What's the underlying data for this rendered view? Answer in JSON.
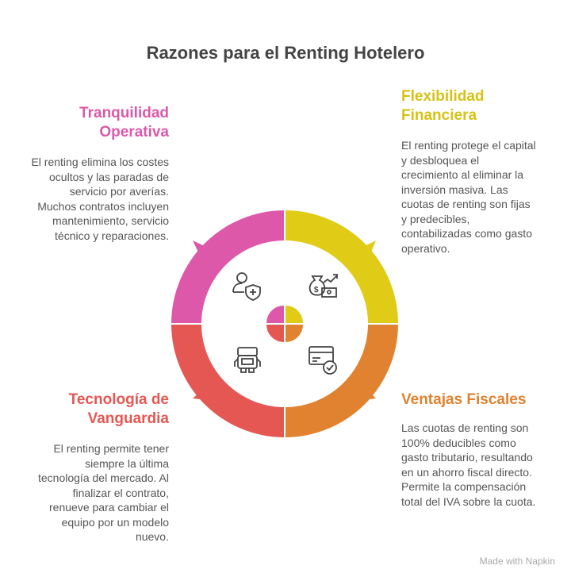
{
  "title": "Razones para el Renting Hotelero",
  "colors": {
    "pink": "#DD58A9",
    "yellow": "#E0CB17",
    "orange": "#E0822F",
    "red": "#E55753"
  },
  "sections": [
    {
      "heading_1": "Tranquilidad",
      "heading_2": "Operativa",
      "text": "El renting elimina los costes ocultos y las paradas de servicio por averías. Muchos contratos incluyen mantenimiento, servicio técnico y reparaciones.",
      "icon": "user-shield-icon"
    },
    {
      "heading_1": "Flexibilidad",
      "heading_2": "Financiera",
      "text": "El renting protege el capital y desbloquea el crecimiento al eliminar la inversión masiva. Las cuotas de renting son fijas y predecibles, contabilizadas como gasto operativo.",
      "icon": "money-growth-icon"
    },
    {
      "heading_1": "Ventajas Fiscales",
      "text": "Las cuotas de renting son 100% deducibles como gasto tributario, resultando en un ahorro fiscal directo. Permite la compensación total del IVA sobre la cuota.",
      "icon": "card-check-icon"
    },
    {
      "heading_1": "Tecnología de",
      "heading_2": "Vanguardia",
      "text": "El renting permite tener siempre la última tecnología del mercado. Al finalizar el contrato, renueve para cambiar el equipo por un modelo nuevo.",
      "icon": "robot-icon"
    }
  ],
  "footer": "Made with  Napkin"
}
